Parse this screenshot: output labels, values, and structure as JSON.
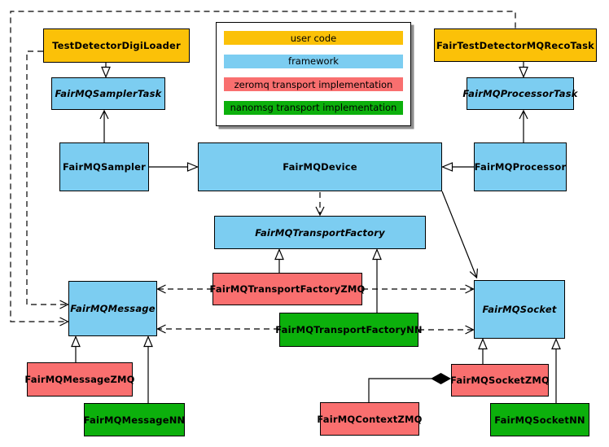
{
  "colors": {
    "user_code": "#FBC108",
    "framework": "#7CCDF1",
    "zeromq": "#F96F6F",
    "nanomsg": "#0CB00C",
    "line": "#000000",
    "background": "#FFFFFF"
  },
  "legend": {
    "items": [
      {
        "label": "user code",
        "color": "#FBC108"
      },
      {
        "label": "framework",
        "color": "#7CCDF1"
      },
      {
        "label": "zeromq transport implementation",
        "color": "#F96F6F"
      },
      {
        "label": "nanomsg transport implementation",
        "color": "#0CB00C"
      }
    ]
  },
  "nodes": {
    "test_detector_digi_loader": {
      "label": "TestDetectorDigiLoader",
      "category": "user code",
      "abstract": false
    },
    "fair_test_detector_mq_reco_task": {
      "label": "FairTestDetectorMQRecoTask",
      "category": "user code",
      "abstract": false
    },
    "fairmq_sampler_task": {
      "label": "FairMQSamplerTask",
      "category": "framework",
      "abstract": true
    },
    "fairmq_processor_task": {
      "label": "FairMQProcessorTask",
      "category": "framework",
      "abstract": true
    },
    "fairmq_sampler": {
      "label": "FairMQSampler",
      "category": "framework",
      "abstract": false
    },
    "fairmq_device": {
      "label": "FairMQDevice",
      "category": "framework",
      "abstract": false
    },
    "fairmq_processor": {
      "label": "FairMQProcessor",
      "category": "framework",
      "abstract": false
    },
    "fairmq_transport_factory": {
      "label": "FairMQTransportFactory",
      "category": "framework",
      "abstract": true
    },
    "fairmq_transport_factory_zmq": {
      "label": "FairMQTransportFactoryZMQ",
      "category": "zeromq",
      "abstract": false
    },
    "fairmq_transport_factory_nn": {
      "label": "FairMQTransportFactoryNN",
      "category": "nanomsg",
      "abstract": false
    },
    "fairmq_message": {
      "label": "FairMQMessage",
      "category": "framework",
      "abstract": true
    },
    "fairmq_socket": {
      "label": "FairMQSocket",
      "category": "framework",
      "abstract": true
    },
    "fairmq_message_zmq": {
      "label": "FairMQMessageZMQ",
      "category": "zeromq",
      "abstract": false
    },
    "fairmq_message_nn": {
      "label": "FairMQMessageNN",
      "category": "nanomsg",
      "abstract": false
    },
    "fairmq_context_zmq": {
      "label": "FairMQContextZMQ",
      "category": "zeromq",
      "abstract": false
    },
    "fairmq_socket_zmq": {
      "label": "FairMQSocketZMQ",
      "category": "zeromq",
      "abstract": false
    },
    "fairmq_socket_nn": {
      "label": "FairMQSocketNN",
      "category": "nanomsg",
      "abstract": false
    }
  },
  "edges": [
    {
      "from": "TestDetectorDigiLoader",
      "to": "FairMQSamplerTask",
      "style": "solid",
      "arrow": "hollow-triangle"
    },
    {
      "from": "FairTestDetectorMQRecoTask",
      "to": "FairMQProcessorTask",
      "style": "solid",
      "arrow": "hollow-triangle"
    },
    {
      "from": "FairMQSampler",
      "to": "FairMQDevice",
      "style": "solid",
      "arrow": "hollow-triangle"
    },
    {
      "from": "FairMQProcessor",
      "to": "FairMQDevice",
      "style": "solid",
      "arrow": "hollow-triangle"
    },
    {
      "from": "FairMQSampler",
      "to": "FairMQSamplerTask",
      "style": "solid",
      "arrow": "open-vee"
    },
    {
      "from": "FairMQProcessor",
      "to": "FairMQProcessorTask",
      "style": "solid",
      "arrow": "open-vee"
    },
    {
      "from": "FairMQDevice",
      "to": "FairMQTransportFactory",
      "style": "dashed",
      "arrow": "open-vee"
    },
    {
      "from": "FairMQDevice",
      "to": "FairMQSocket",
      "style": "solid",
      "arrow": "open-vee"
    },
    {
      "from": "TestDetectorDigiLoader",
      "to": "FairMQMessage",
      "style": "dashed",
      "arrow": "open-vee"
    },
    {
      "from": "FairTestDetectorMQRecoTask",
      "to": "FairMQMessage",
      "style": "dashed",
      "arrow": "open-vee"
    },
    {
      "from": "FairMQTransportFactoryZMQ",
      "to": "FairMQTransportFactory",
      "style": "solid",
      "arrow": "hollow-triangle"
    },
    {
      "from": "FairMQTransportFactoryNN",
      "to": "FairMQTransportFactory",
      "style": "solid",
      "arrow": "hollow-triangle"
    },
    {
      "from": "FairMQTransportFactoryZMQ",
      "to": "FairMQMessage",
      "style": "dashed",
      "arrow": "open-vee"
    },
    {
      "from": "FairMQTransportFactoryZMQ",
      "to": "FairMQSocket",
      "style": "dashed",
      "arrow": "open-vee"
    },
    {
      "from": "FairMQTransportFactoryNN",
      "to": "FairMQMessage",
      "style": "dashed",
      "arrow": "open-vee"
    },
    {
      "from": "FairMQTransportFactoryNN",
      "to": "FairMQSocket",
      "style": "dashed",
      "arrow": "open-vee"
    },
    {
      "from": "FairMQMessageZMQ",
      "to": "FairMQMessage",
      "style": "solid",
      "arrow": "hollow-triangle"
    },
    {
      "from": "FairMQMessageNN",
      "to": "FairMQMessage",
      "style": "solid",
      "arrow": "hollow-triangle"
    },
    {
      "from": "FairMQSocketZMQ",
      "to": "FairMQSocket",
      "style": "solid",
      "arrow": "hollow-triangle"
    },
    {
      "from": "FairMQSocketNN",
      "to": "FairMQSocket",
      "style": "solid",
      "arrow": "hollow-triangle"
    },
    {
      "from": "FairMQContextZMQ",
      "to": "FairMQSocketZMQ",
      "style": "solid",
      "arrow": "filled-diamond"
    }
  ]
}
